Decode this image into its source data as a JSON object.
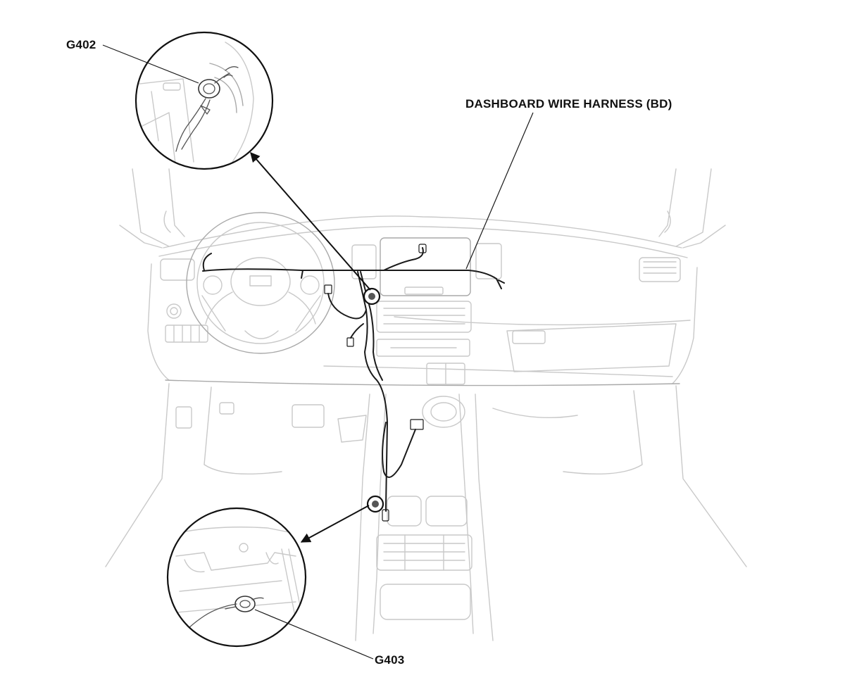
{
  "labels": {
    "g402": "G402",
    "harness": "DASHBOARD WIRE HARNESS (BD)",
    "g403": "G403"
  },
  "colors": {
    "line_art": "#c9c9c9",
    "harness": "#1a1a1a",
    "background": "#ffffff"
  }
}
